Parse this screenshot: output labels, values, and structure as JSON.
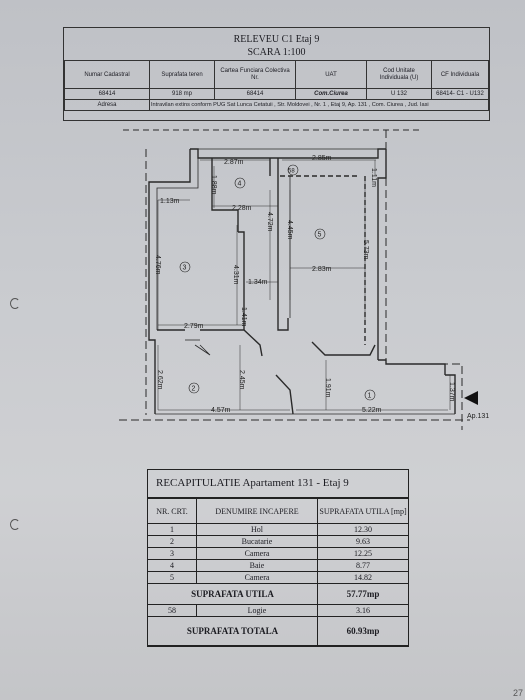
{
  "header": {
    "title_line1": "RELEVEU C1  Etaj 9",
    "title_line2": "SCARA 1:100",
    "columns": [
      "Numar Cadastral",
      "Suprafata teren",
      "Cartea Funciara Colectiva Nr.",
      "UAT",
      "Cod Unitate Individuala (U)",
      "CF Individuala"
    ],
    "values": [
      "68414",
      "918 mp",
      "68414",
      "Com.Ciurea",
      "U 132",
      "68414- C1 - U132"
    ],
    "address_label": "Adresa",
    "address_value": "Intravilan extins conform PUG Sat Lunca Cetatuii , Str. Moldovei , Nr. 1 , Etaj 9, Ap. 131 , Com. Ciurea , Jud. Iasi"
  },
  "plan": {
    "rooms": [
      "1",
      "2",
      "3",
      "4",
      "5",
      "58"
    ],
    "dimensions": {
      "d_287": "2.87m",
      "d_285": "2.85m",
      "d_111": "1.11m",
      "d_188": "1.88m",
      "d_113": "1.13m",
      "d_228": "2.28m",
      "d_472": "4.72m",
      "d_445": "4.45m",
      "d_573": "5.73m",
      "d_476": "4.76m",
      "d_431": "4.31m",
      "d_134": "1.34m",
      "d_283": "2.83m",
      "d_141": "1.41m",
      "d_279": "2.79m",
      "d_262": "2.62m",
      "d_245": "2.45m",
      "d_191": "1.91m",
      "d_137": "1.37m",
      "d_457": "4.57m",
      "d_522": "5.22m"
    },
    "entrance_label": "Ap.131"
  },
  "recap": {
    "title": "RECAPITULATIE  Apartament 131 - Etaj 9",
    "col_nr": "NR. CRT.",
    "col_name": "DENUMIRE INCAPERE",
    "col_area": "SUPRAFATA UTILA [mp]",
    "rows": [
      {
        "nr": "1",
        "name": "Hol",
        "area": "12.30"
      },
      {
        "nr": "2",
        "name": "Bucatarie",
        "area": "9.63"
      },
      {
        "nr": "3",
        "name": "Camera",
        "area": "12.25"
      },
      {
        "nr": "4",
        "name": "Baie",
        "area": "8.77"
      },
      {
        "nr": "5",
        "name": "Camera",
        "area": "14.82"
      }
    ],
    "util_label": "SUPRAFATA UTILA",
    "util_value": "57.77mp",
    "logie_nr": "58",
    "logie_name": "Logie",
    "logie_area": "3.16",
    "total_label": "SUPRAFATA TOTALA",
    "total_value": "60.93mp"
  },
  "page_number": "27"
}
